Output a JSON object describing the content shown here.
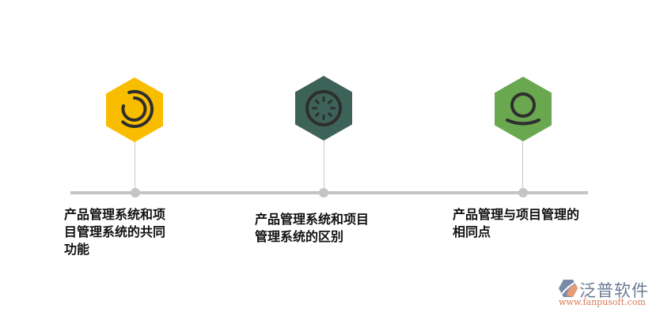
{
  "diagram": {
    "type": "timeline",
    "line_color": "#c4c4c4",
    "nodes": [
      {
        "icon": "concentric-arcs-icon",
        "color": "#f9bd00",
        "label_line1": "产品管理系统和项",
        "label_line2": "目管理系统的共同",
        "label_line3": "功能",
        "label": "产品管理系统和项目管理系统的共同功能"
      },
      {
        "icon": "loading-spinner-icon",
        "color": "#3d6358",
        "label_line1": "产品管理系统和项目",
        "label_line2": "管理系统的区别",
        "label": "产品管理系统和项目管理系统的区别"
      },
      {
        "icon": "circle-on-base-icon",
        "color": "#6aa84f",
        "label_line1": "产品管理与项目管理的",
        "label_line2": "相同点",
        "label": "产品管理与项目管理的相同点"
      }
    ]
  },
  "watermark": {
    "brand": "泛普软件",
    "url": "www.fanpusoft.com"
  }
}
